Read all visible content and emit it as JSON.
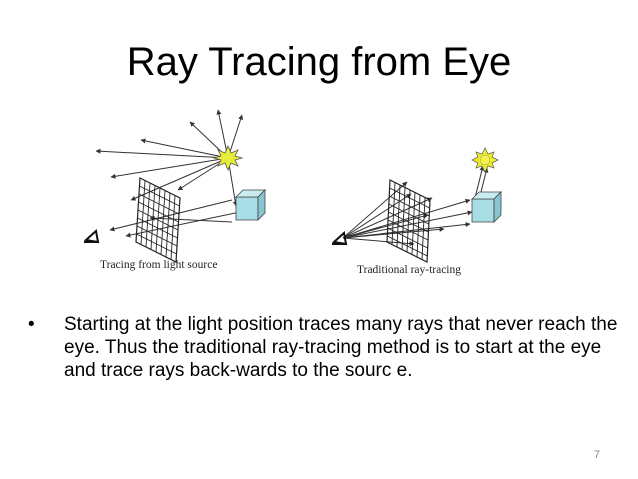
{
  "slide": {
    "title": "Ray Tracing from Eye",
    "bullet_symbol": "•",
    "bullet_text": "Starting at the light position traces many rays that never reach the eye. Thus the traditional ray-tracing method is to start at the eye and trace rays back-wards to the sourc e.",
    "page_number": "7"
  },
  "figures": {
    "left_caption": "Tracing from light source",
    "right_caption": "Traditional ray-tracing"
  },
  "colors": {
    "light_left": "#e8ec3a",
    "light_right": "#f2ef2a",
    "cube_face": "#a8dde6",
    "cube_top": "#c9ecf1",
    "cube_side": "#86c6d1",
    "ray": "#333333"
  }
}
